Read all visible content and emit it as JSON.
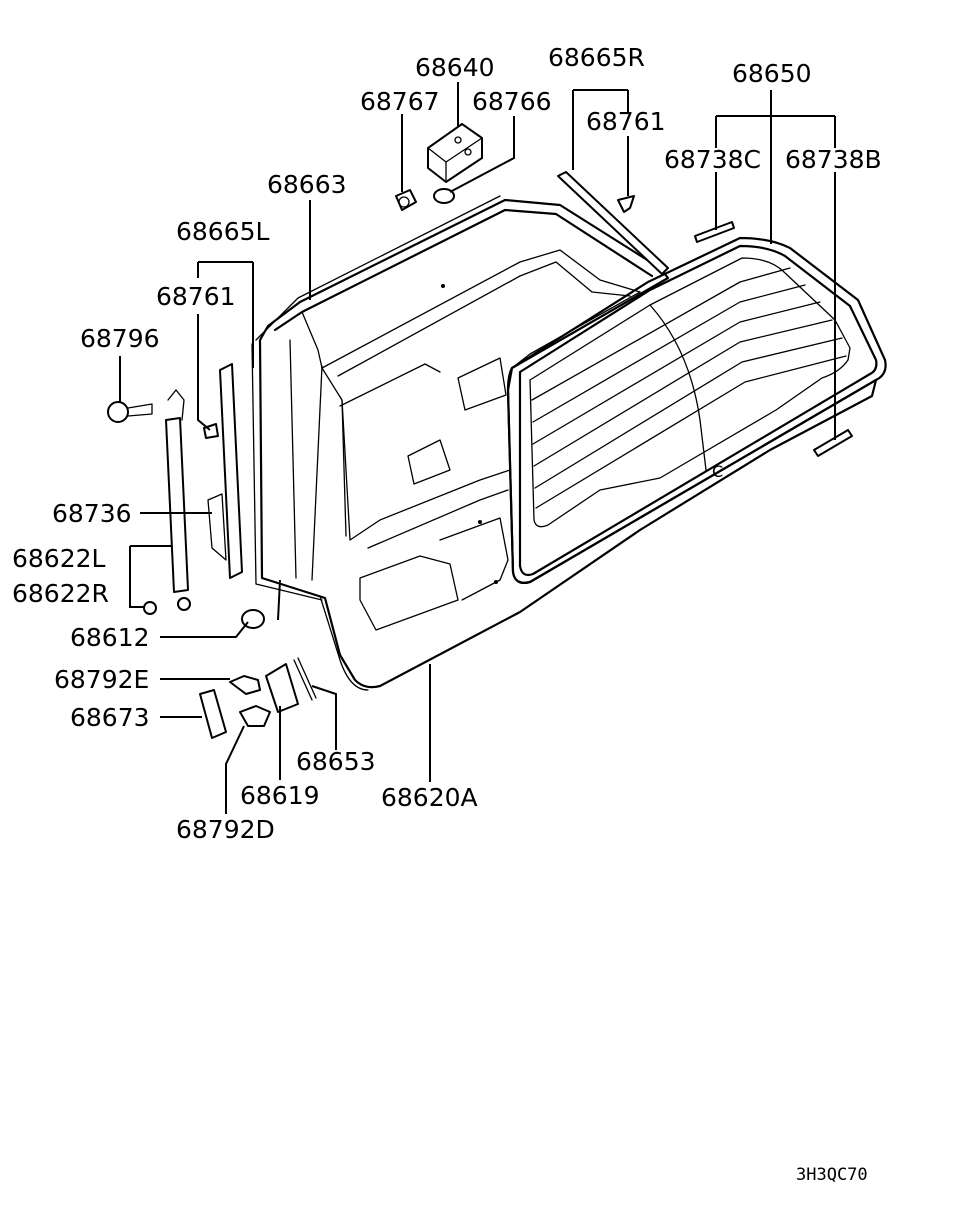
{
  "diagram": {
    "labels": {
      "p68640": "68640",
      "p68665R": "68665R",
      "p68650": "68650",
      "p68767": "68767",
      "p68766": "68766",
      "p68761_top": "68761",
      "p68738C": "68738C",
      "p68738B": "68738B",
      "p68663": "68663",
      "p68665L": "68665L",
      "p68761_left": "68761",
      "p68796": "68796",
      "p68736": "68736",
      "p68622L": "68622L",
      "p68622R": "68622R",
      "p68612": "68612",
      "p68792E": "68792E",
      "p68673": "68673",
      "p68653": "68653",
      "p68619": "68619",
      "p68620A": "68620A",
      "p68792D": "68792D"
    },
    "diagram_code": "3H3QC70"
  }
}
